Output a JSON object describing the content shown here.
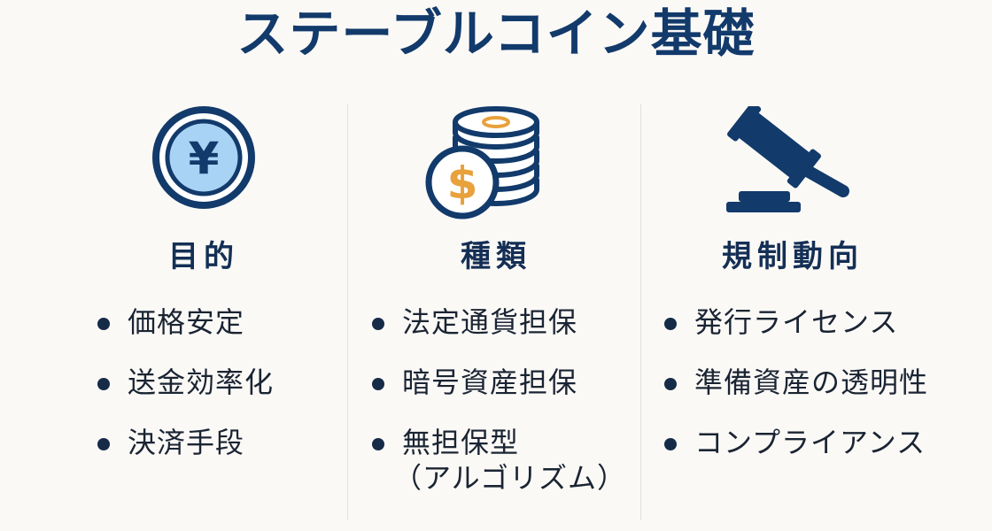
{
  "title": "ステーブルコイン基礎",
  "columns": [
    {
      "icon": "yen-coin-icon",
      "icon_glyph": "¥",
      "heading": "目的",
      "items": [
        {
          "text": "価格安定"
        },
        {
          "text": "送金効率化"
        },
        {
          "text": "決済手段"
        }
      ]
    },
    {
      "icon": "dollar-coin-stack-icon",
      "icon_glyph": "$",
      "heading": "種類",
      "items": [
        {
          "text": "法定通貨担保"
        },
        {
          "text": "暗号資産担保"
        },
        {
          "text": "無担保型",
          "sub": "（アルゴリズム）"
        }
      ]
    },
    {
      "icon": "gavel-icon",
      "heading": "規制動向",
      "items": [
        {
          "text": "発行ライセンス"
        },
        {
          "text": "準備資産の透明性"
        },
        {
          "text": "コンプライアンス"
        }
      ]
    }
  ],
  "colors": {
    "navy": "#123a6b",
    "light_blue": "#a9d3f5",
    "gold": "#e8a13b",
    "background": "#fbf9f6"
  }
}
